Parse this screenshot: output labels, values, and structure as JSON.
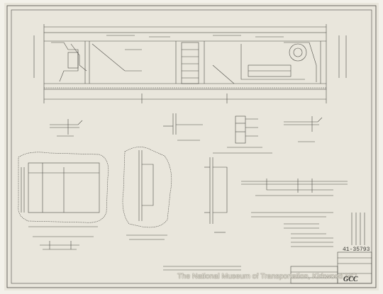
{
  "sheet": {
    "drawing_number": "41-35793",
    "stamp": "GCC",
    "watermark": "The National Museum of Transportation, Kirkwood MO"
  },
  "colors": {
    "paper": "#e9e6dc",
    "ink": "#3b3b36",
    "margin": "#f3f1ea"
  }
}
